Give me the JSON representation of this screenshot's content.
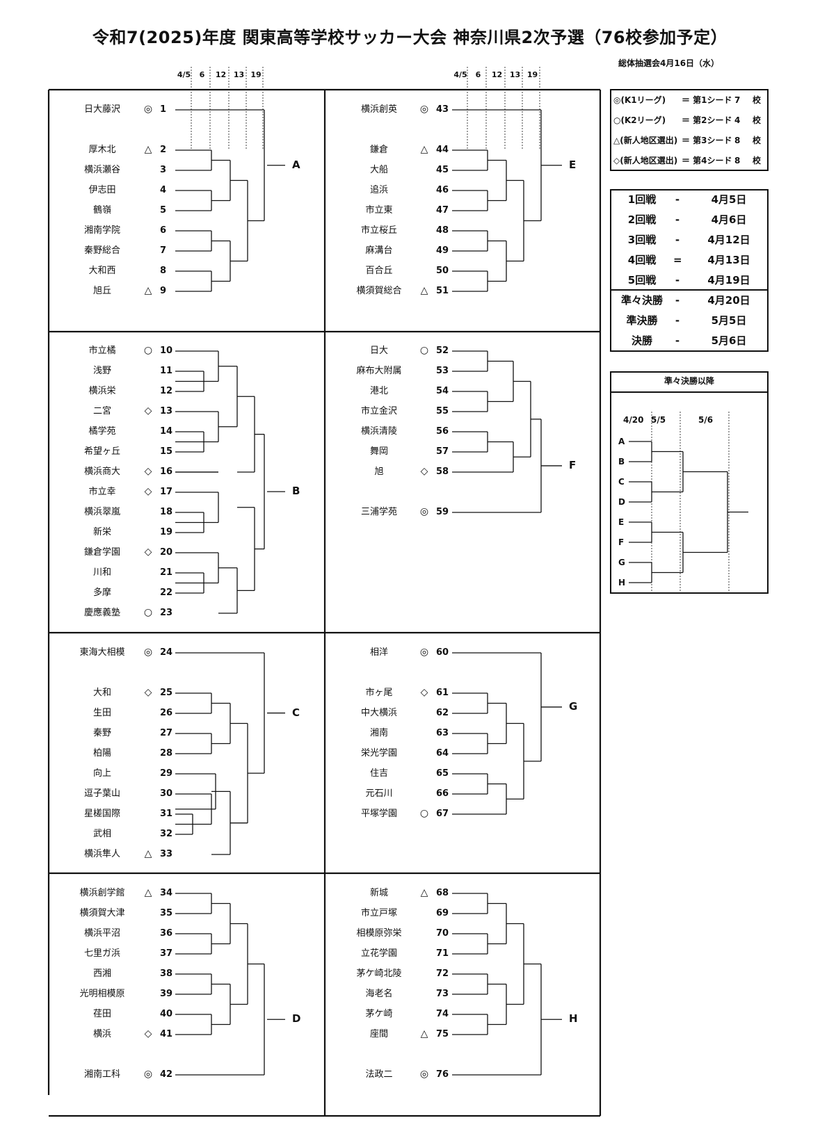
{
  "title": "令和7(2025)年度 関東高等学校サッカー大会 神奈川県2次予選（76校参加予定）",
  "draw_date": "総体抽選会4月16日（水）",
  "round_dates": [
    "4/5",
    "6",
    "12",
    "13",
    "19"
  ],
  "block_labels": [
    "A",
    "B",
    "C",
    "D",
    "E",
    "F",
    "G",
    "H"
  ],
  "teams": [
    {
      "num": "1",
      "name": "日大藤沢",
      "mark": "◎"
    },
    {
      "num": "2",
      "name": "厚木北",
      "mark": "△"
    },
    {
      "num": "3",
      "name": "横浜瀬谷",
      "mark": ""
    },
    {
      "num": "4",
      "name": "伊志田",
      "mark": ""
    },
    {
      "num": "5",
      "name": "鶴嶺",
      "mark": ""
    },
    {
      "num": "6",
      "name": "湘南学院",
      "mark": ""
    },
    {
      "num": "7",
      "name": "秦野総合",
      "mark": ""
    },
    {
      "num": "8",
      "name": "大和西",
      "mark": ""
    },
    {
      "num": "9",
      "name": "旭丘",
      "mark": "△"
    },
    {
      "num": "10",
      "name": "市立橘",
      "mark": "○"
    },
    {
      "num": "11",
      "name": "浅野",
      "mark": ""
    },
    {
      "num": "12",
      "name": "横浜栄",
      "mark": ""
    },
    {
      "num": "13",
      "name": "二宮",
      "mark": "◇"
    },
    {
      "num": "14",
      "name": "橘学苑",
      "mark": ""
    },
    {
      "num": "15",
      "name": "希望ヶ丘",
      "mark": ""
    },
    {
      "num": "16",
      "name": "横浜商大",
      "mark": "◇"
    },
    {
      "num": "17",
      "name": "市立幸",
      "mark": "◇"
    },
    {
      "num": "18",
      "name": "横浜翠嵐",
      "mark": ""
    },
    {
      "num": "19",
      "name": "新栄",
      "mark": ""
    },
    {
      "num": "20",
      "name": "鎌倉学園",
      "mark": "◇"
    },
    {
      "num": "21",
      "name": "川和",
      "mark": ""
    },
    {
      "num": "22",
      "name": "多摩",
      "mark": ""
    },
    {
      "num": "23",
      "name": "慶應義塾",
      "mark": "○"
    },
    {
      "num": "24",
      "name": "東海大相模",
      "mark": "◎"
    },
    {
      "num": "25",
      "name": "大和",
      "mark": "◇"
    },
    {
      "num": "26",
      "name": "生田",
      "mark": ""
    },
    {
      "num": "27",
      "name": "秦野",
      "mark": ""
    },
    {
      "num": "28",
      "name": "柏陽",
      "mark": ""
    },
    {
      "num": "29",
      "name": "向上",
      "mark": ""
    },
    {
      "num": "30",
      "name": "逗子葉山",
      "mark": ""
    },
    {
      "num": "31",
      "name": "星槎国際",
      "mark": ""
    },
    {
      "num": "32",
      "name": "武相",
      "mark": ""
    },
    {
      "num": "33",
      "name": "横浜隼人",
      "mark": "△"
    },
    {
      "num": "34",
      "name": "横浜創学館",
      "mark": "△"
    },
    {
      "num": "35",
      "name": "横須賀大津",
      "mark": ""
    },
    {
      "num": "36",
      "name": "横浜平沼",
      "mark": ""
    },
    {
      "num": "37",
      "name": "七里ガ浜",
      "mark": ""
    },
    {
      "num": "38",
      "name": "西湘",
      "mark": ""
    },
    {
      "num": "39",
      "name": "光明相模原",
      "mark": ""
    },
    {
      "num": "40",
      "name": "荏田",
      "mark": ""
    },
    {
      "num": "41",
      "name": "横浜",
      "mark": "◇"
    },
    {
      "num": "42",
      "name": "湘南工科",
      "mark": "◎"
    },
    {
      "num": "43",
      "name": "横浜創英",
      "mark": "◎"
    },
    {
      "num": "44",
      "name": "鎌倉",
      "mark": "△"
    },
    {
      "num": "45",
      "name": "大船",
      "mark": ""
    },
    {
      "num": "46",
      "name": "追浜",
      "mark": ""
    },
    {
      "num": "47",
      "name": "市立東",
      "mark": ""
    },
    {
      "num": "48",
      "name": "市立桜丘",
      "mark": ""
    },
    {
      "num": "49",
      "name": "麻溝台",
      "mark": ""
    },
    {
      "num": "50",
      "name": "百合丘",
      "mark": ""
    },
    {
      "num": "51",
      "name": "横須賀総合",
      "mark": "△"
    },
    {
      "num": "52",
      "name": "日大",
      "mark": "○"
    },
    {
      "num": "53",
      "name": "麻布大附属",
      "mark": ""
    },
    {
      "num": "54",
      "name": "港北",
      "mark": ""
    },
    {
      "num": "55",
      "name": "市立金沢",
      "mark": ""
    },
    {
      "num": "56",
      "name": "横浜清陵",
      "mark": ""
    },
    {
      "num": "57",
      "name": "舞岡",
      "mark": ""
    },
    {
      "num": "58",
      "name": "旭",
      "mark": "◇"
    },
    {
      "num": "59",
      "name": "三浦学苑",
      "mark": "◎"
    },
    {
      "num": "60",
      "name": "相洋",
      "mark": "◎"
    },
    {
      "num": "61",
      "name": "市ヶ尾",
      "mark": "◇"
    },
    {
      "num": "62",
      "name": "中大横浜",
      "mark": ""
    },
    {
      "num": "63",
      "name": "湘南",
      "mark": ""
    },
    {
      "num": "64",
      "name": "栄光学園",
      "mark": ""
    },
    {
      "num": "65",
      "name": "住吉",
      "mark": ""
    },
    {
      "num": "66",
      "name": "元石川",
      "mark": ""
    },
    {
      "num": "67",
      "name": "平塚学園",
      "mark": "○"
    },
    {
      "num": "68",
      "name": "新城",
      "mark": "△"
    },
    {
      "num": "69",
      "name": "市立戸塚",
      "mark": ""
    },
    {
      "num": "70",
      "name": "相模原弥栄",
      "mark": ""
    },
    {
      "num": "71",
      "name": "立花学園",
      "mark": ""
    },
    {
      "num": "72",
      "name": "茅ケ崎北陵",
      "mark": ""
    },
    {
      "num": "73",
      "name": "海老名",
      "mark": ""
    },
    {
      "num": "74",
      "name": "茅ケ崎",
      "mark": ""
    },
    {
      "num": "75",
      "name": "座間",
      "mark": "△"
    },
    {
      "num": "76",
      "name": "法政二",
      "mark": "◎"
    }
  ],
  "legend": [
    {
      "mark": "◎(K1リーグ)",
      "seed": "＝ 第1シード",
      "count": "7",
      "unit": "校"
    },
    {
      "mark": "○(K2リーグ)",
      "seed": "＝ 第2シード",
      "count": "4",
      "unit": "校"
    },
    {
      "mark": "△(新人地区選出)",
      "seed": "＝ 第3シード",
      "count": "8",
      "unit": "校"
    },
    {
      "mark": "◇(新人地区選出)",
      "seed": "＝ 第4シード",
      "count": "8",
      "unit": "校"
    }
  ],
  "schedule": [
    {
      "round": "1回戦",
      "dash": "-",
      "date": "4月5日"
    },
    {
      "round": "2回戦",
      "dash": "-",
      "date": "4月6日"
    },
    {
      "round": "3回戦",
      "dash": "-",
      "date": "4月12日"
    },
    {
      "round": "4回戦",
      "dash": "=",
      "date": "4月13日"
    },
    {
      "round": "5回戦",
      "dash": "-",
      "date": "4月19日"
    },
    {
      "round": "準々決勝",
      "dash": "-",
      "date": "4月20日"
    },
    {
      "round": "準決勝",
      "dash": "-",
      "date": "5月5日"
    },
    {
      "round": "決勝",
      "dash": "-",
      "date": "5月6日"
    }
  ],
  "finals": {
    "title": "準々決勝以降",
    "dates": [
      "4/20",
      "5/5",
      "5/6"
    ],
    "labels": [
      "A",
      "B",
      "C",
      "D",
      "E",
      "F",
      "G",
      "H"
    ]
  }
}
